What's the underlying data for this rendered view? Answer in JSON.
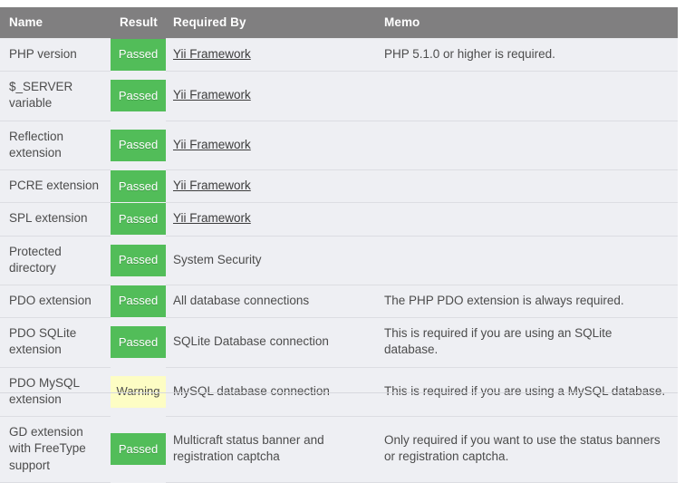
{
  "table": {
    "columns": [
      {
        "key": "name",
        "label": "Name"
      },
      {
        "key": "result",
        "label": "Result"
      },
      {
        "key": "reqby",
        "label": "Required By"
      },
      {
        "key": "memo",
        "label": "Memo"
      }
    ],
    "status_labels": {
      "passed": "Passed",
      "warning": "Warning"
    },
    "colors": {
      "header_bg": "#807f80",
      "header_text": "#ffffff",
      "row_bg": "#eeeff3",
      "row_border": "#dcdde2",
      "passed_bg": "#52bd59",
      "passed_text": "#ffffff",
      "warning_bg": "#fdfdc4",
      "warning_text": "#4c4c4c",
      "body_text": "#4c4c4c"
    },
    "rows": [
      {
        "name": "PHP version",
        "result": "Passed",
        "result_state": "passed",
        "reqby": "Yii Framework",
        "reqby_link": true,
        "memo": "PHP 5.1.0 or higher is required."
      },
      {
        "name": "$_SERVER variable",
        "result": "Passed",
        "result_state": "passed",
        "reqby": "Yii Framework",
        "reqby_link": true,
        "memo": ""
      },
      {
        "name": "Reflection extension",
        "result": "Passed",
        "result_state": "passed",
        "reqby": "Yii Framework",
        "reqby_link": true,
        "memo": ""
      },
      {
        "name": "PCRE extension",
        "result": "Passed",
        "result_state": "passed",
        "reqby": "Yii Framework",
        "reqby_link": true,
        "memo": ""
      },
      {
        "name": "SPL extension",
        "result": "Passed",
        "result_state": "passed",
        "reqby": "Yii Framework",
        "reqby_link": true,
        "memo": ""
      },
      {
        "name": "Protected directory",
        "result": "Passed",
        "result_state": "passed",
        "reqby": "System Security",
        "reqby_link": false,
        "memo": ""
      },
      {
        "name": "PDO extension",
        "result": "Passed",
        "result_state": "passed",
        "reqby": "All database connections",
        "reqby_link": false,
        "memo": "The PHP PDO extension is always required."
      },
      {
        "name": "PDO SQLite extension",
        "result": "Passed",
        "result_state": "passed",
        "reqby": "SQLite Database connection",
        "reqby_link": false,
        "memo": "This is required if you are using an SQLite database."
      },
      {
        "name": "PDO MySQL extension",
        "result": "Warning",
        "result_state": "warning",
        "reqby": "MySQL database connection",
        "reqby_link": false,
        "memo": "This is required if you are using a MySQL database."
      },
      {
        "name": "GD extension with FreeType support",
        "result": "Passed",
        "result_state": "passed",
        "reqby": "Multicraft status banner and registration captcha",
        "reqby_link": false,
        "memo": "Only required if you want to use the status banners or registration captcha."
      }
    ]
  }
}
